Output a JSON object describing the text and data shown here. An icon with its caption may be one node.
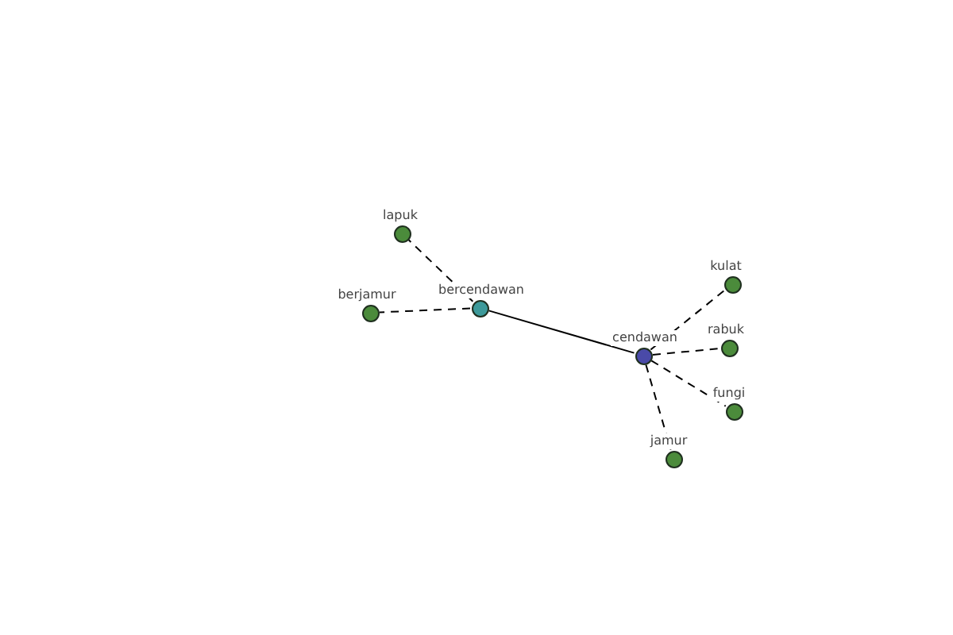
{
  "diagram": {
    "nodes": [
      {
        "text": [],
        "shape": "circle",
        "beside": [
          "lapuk"
        ]
      },
      {
        "text": [],
        "shape": "circle",
        "beside": [
          "kulat"
        ]
      },
      {
        "text": [],
        "shape": "circle",
        "beside": [
          "bercendawan"
        ]
      },
      {
        "text": [],
        "shape": "circle",
        "beside": [
          "berjamur"
        ]
      },
      {
        "text": [],
        "shape": "circle",
        "beside": [
          "rabuk"
        ]
      },
      {
        "text": [],
        "shape": "circle",
        "beside": [
          "cendawan"
        ]
      },
      {
        "text": [],
        "shape": "circle",
        "beside": [
          "fungi"
        ]
      },
      {
        "text": [],
        "shape": "circle",
        "beside": [
          "jamur"
        ]
      }
    ],
    "edges": [
      {
        "from": 2,
        "to": 5,
        "arrow": "none"
      },
      {
        "from": 2,
        "to": 0,
        "arrow": "none",
        "style": "dashed"
      },
      {
        "from": 2,
        "to": 3,
        "arrow": "none",
        "style": "dashed"
      },
      {
        "from": 5,
        "to": 1,
        "arrow": "none",
        "style": "dashed"
      },
      {
        "from": 5,
        "to": 4,
        "arrow": "none",
        "style": "dashed"
      },
      {
        "from": 5,
        "to": 6,
        "arrow": "none",
        "style": "dashed"
      },
      {
        "from": 5,
        "to": 7,
        "arrow": "none",
        "style": "dashed"
      }
    ]
  }
}
